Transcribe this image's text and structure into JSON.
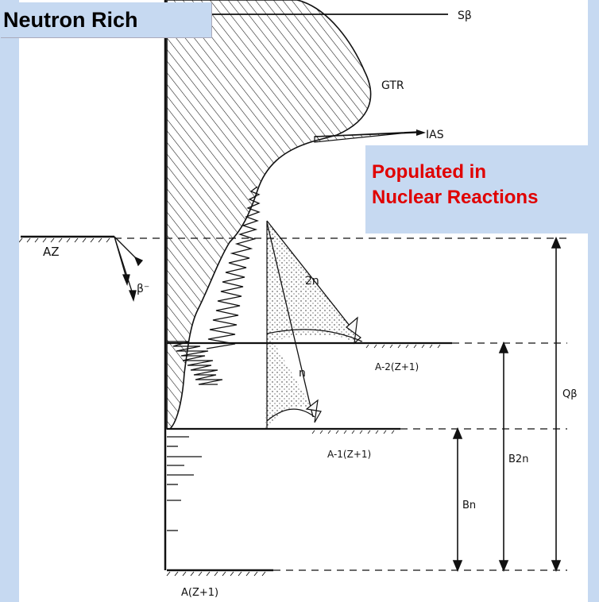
{
  "title": "Neutron Rich",
  "callout": {
    "line1": "Populated in",
    "line2": "Nuclear Reactions"
  },
  "labels": {
    "s_beta": "Sβ",
    "gtr": "GTR",
    "ias": "IAS",
    "parent": "AZ",
    "beta_minus": "β⁻",
    "two_n": "2n",
    "one_n": "n",
    "daughter_2n": "A-2(Z+1)",
    "daughter_1n": "A-1(Z+1)",
    "daughter": "A(Z+1)",
    "q_beta": "Qβ",
    "b_2n": "B2n",
    "b_n": "Bn"
  },
  "colors": {
    "background": "#c6d9f1",
    "callout_text": "#e00000",
    "ink": "#111111"
  }
}
